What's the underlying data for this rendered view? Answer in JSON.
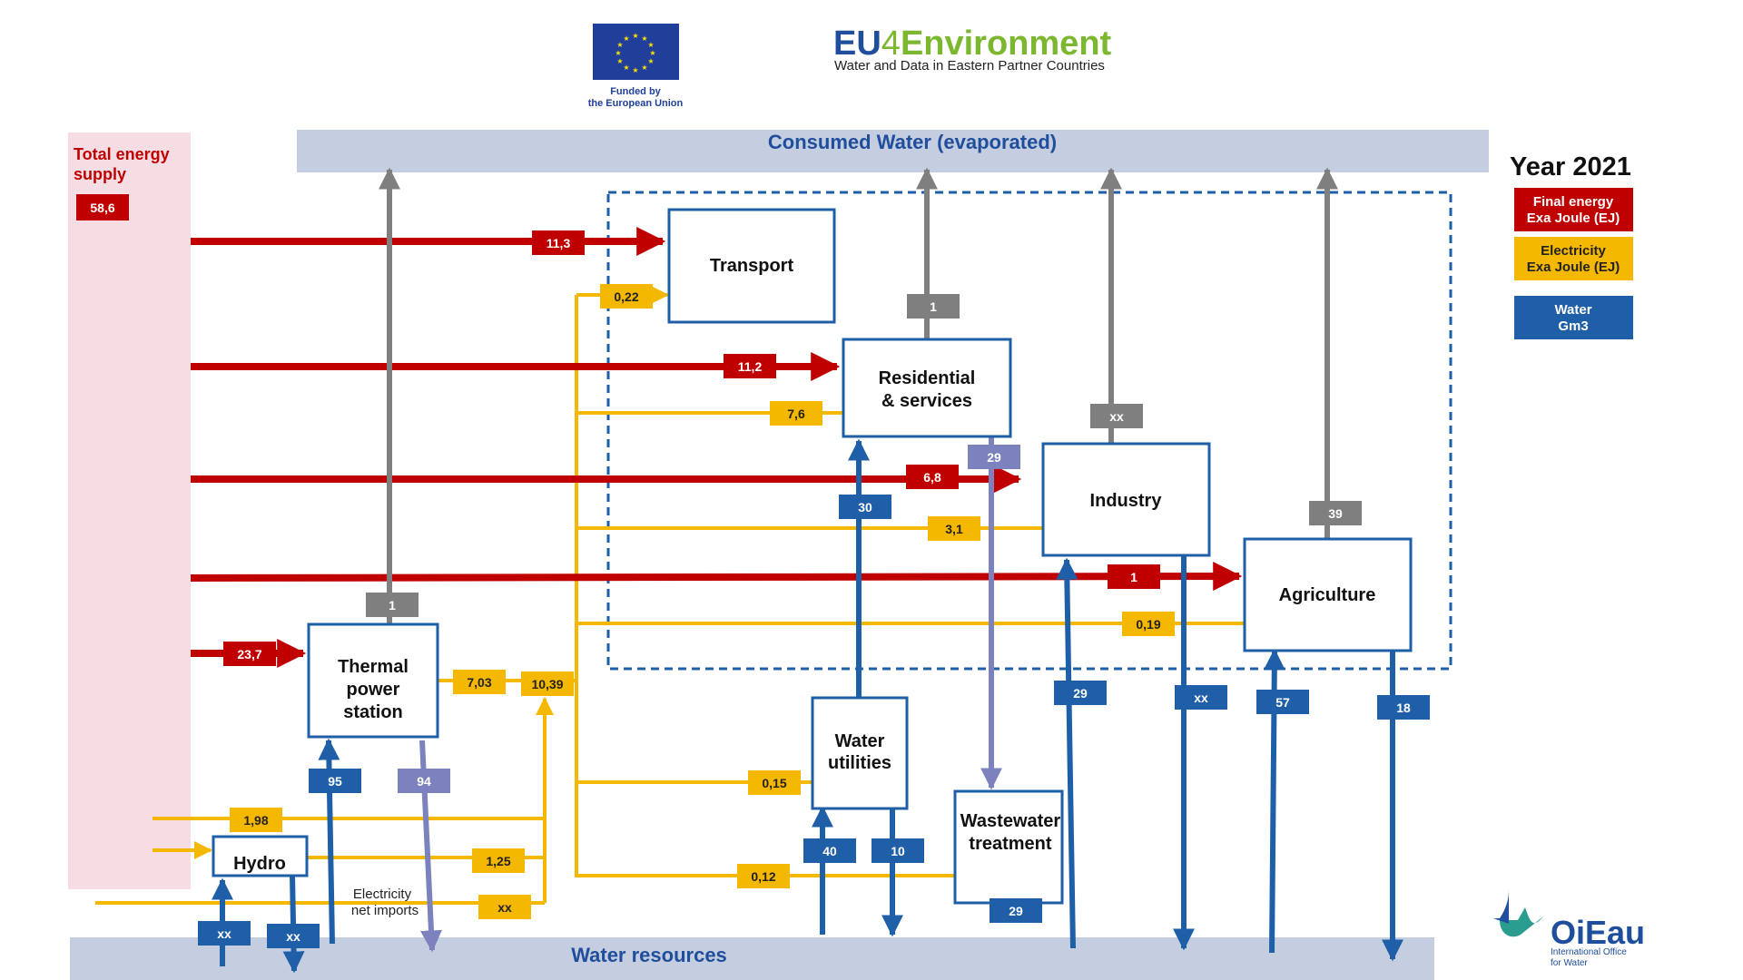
{
  "header": {
    "eu_caption_line1": "Funded by",
    "eu_caption_line2": "the European Union",
    "brand_prefix": "EU",
    "brand_digit": "4",
    "brand_suffix": "Environment",
    "brand_subtitle": "Water and Data in Eastern Partner Countries"
  },
  "bands": {
    "consumed_water": "Consumed Water (evaporated)",
    "water_resources": "Water resources"
  },
  "supply": {
    "label_line1": "Total energy",
    "label_line2": "supply",
    "value": "58,6"
  },
  "legend": {
    "year": "Year 2021",
    "final_energy_line1": "Final energy",
    "final_energy_line2": "Exa Joule (EJ)",
    "electricity_line1": "Electricity",
    "electricity_line2": "Exa Joule (EJ)",
    "water_line1": "Water",
    "water_line2": "Gm3"
  },
  "boxes": {
    "transport": "Transport",
    "residential_line1": "Residential",
    "residential_line2": "& services",
    "industry": "Industry",
    "agriculture": "Agriculture",
    "thermal_line1": "Thermal",
    "thermal_line2": "power",
    "thermal_line3": "station",
    "water_utilities_line1": "Water",
    "water_utilities_line2": "utilities",
    "wastewater_line1": "Wastewater",
    "wastewater_line2": "treatment",
    "hydro": "Hydro"
  },
  "flows": {
    "final_energy": {
      "transport": "11,3",
      "residential": "11,2",
      "industry": "6,8",
      "agriculture": "1",
      "thermal": "23,7"
    },
    "electricity": {
      "transport": "0,22",
      "residential": "7,6",
      "industry": "3,1",
      "agriculture": "0,19",
      "water_utilities": "0,15",
      "wastewater": "0,12",
      "thermal_out": "7,03",
      "total": "10,39",
      "other_in": "1,98",
      "hydro_out": "1,25",
      "net_imports": "xx",
      "net_imports_label_line1": "Electricity",
      "net_imports_label_line2": "net imports"
    },
    "water_consumed": {
      "thermal": "1",
      "residential": "1",
      "industry": "xx",
      "agriculture": "39"
    },
    "water": {
      "thermal_in": "95",
      "thermal_out": "94",
      "hydro_in": "xx",
      "hydro_out": "xx",
      "utilities_in": "40",
      "utilities_out": "10",
      "residential_in": "30",
      "residential_to_wastewater": "29",
      "wastewater_out": "29",
      "industry_in": "29",
      "industry_out": "xx",
      "agriculture_in": "57",
      "agriculture_out": "18"
    }
  },
  "footer_logo": {
    "name": "OiEau",
    "line1": "International Office",
    "line2": "for Water"
  },
  "colors": {
    "final_energy": "#c00000",
    "electricity": "#f5b800",
    "water": "#1f5fa8",
    "water_light": "#7b82bd",
    "consumed": "#7f7f7f",
    "band": "#c5cde0",
    "supply_bg": "#f6dde4",
    "brand_blue": "#1f4e9c",
    "brand_green": "#7cb82f"
  }
}
